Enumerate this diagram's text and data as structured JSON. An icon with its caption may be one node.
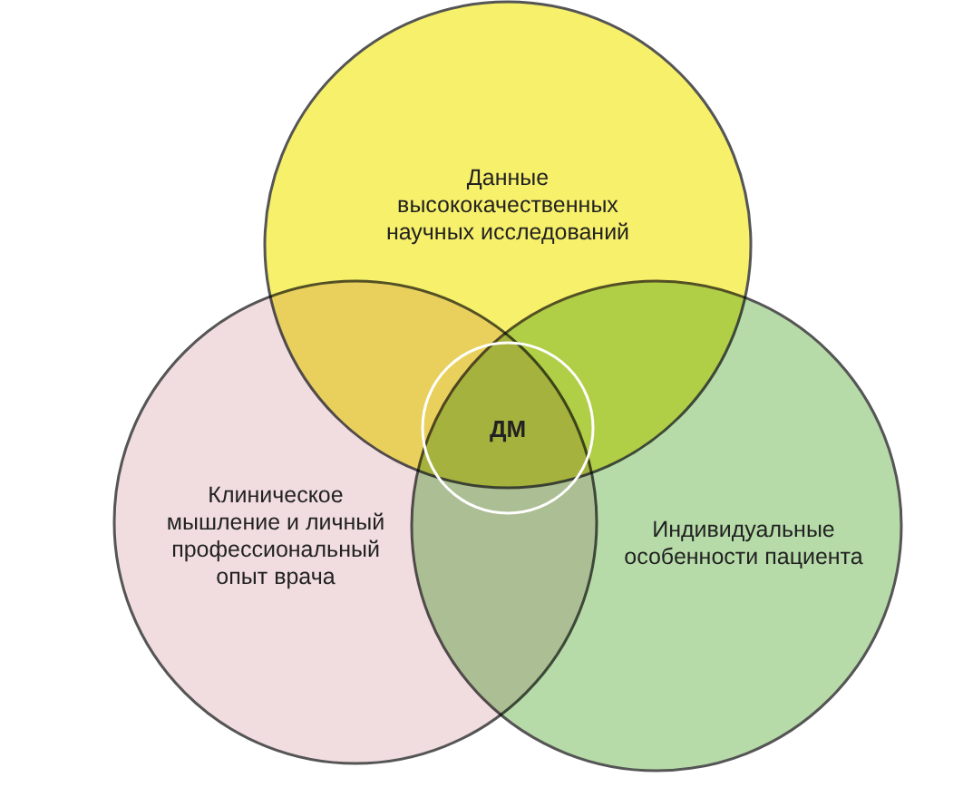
{
  "diagram": {
    "nodes": [
      {
        "text": [
          "Данные высококачественных научных исследований"
        ]
      },
      {
        "text": [
          "Клиническое мышление и личный профессиональный опыт врача"
        ]
      },
      {
        "text": [
          "Индивидуальные особенности пациента"
        ]
      },
      {
        "text": [
          "ДМ"
        ]
      }
    ]
  }
}
